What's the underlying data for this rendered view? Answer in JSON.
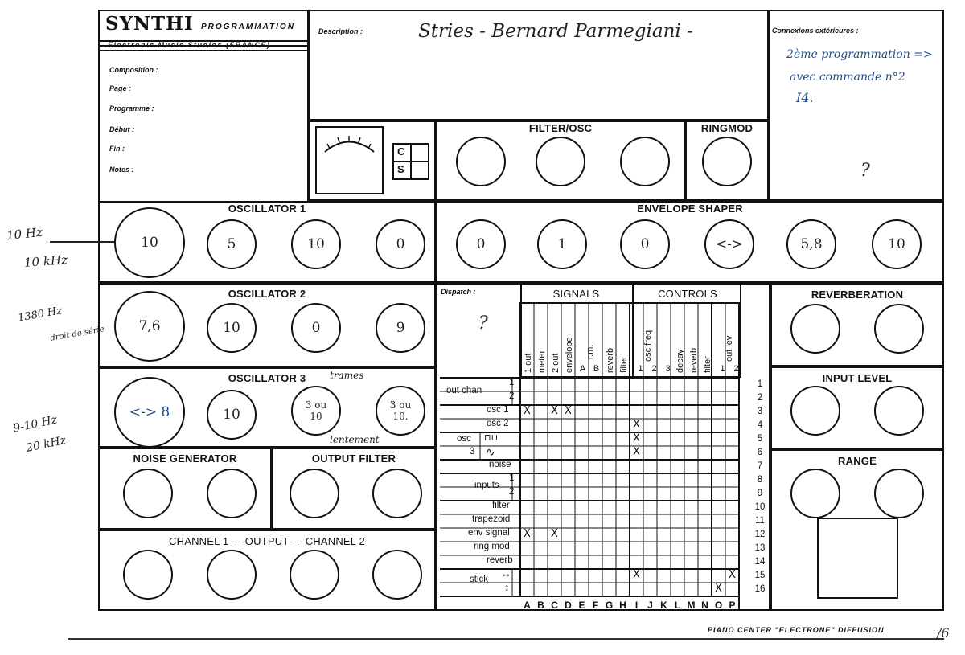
{
  "header": {
    "logo": "SYNTHI",
    "programmation": "PROGRAMMATION",
    "studio": "Electronic Music Studios (FRANCE)",
    "fields": [
      {
        "label": "Composition :",
        "value": ""
      },
      {
        "label": "Page :",
        "value": ""
      },
      {
        "label": "Programme :",
        "value": ""
      },
      {
        "label": "Début :",
        "value": ""
      },
      {
        "label": "Fin :",
        "value": ""
      },
      {
        "label": "Notes :",
        "value": ""
      }
    ],
    "description_label": "Description :",
    "description_value": "Stries - Bernard Parmegiani -",
    "connexions_label": "Connexions extérieures :",
    "connexions_value": [
      "2ème programmation =>",
      "avec commande n°2",
      "I4."
    ]
  },
  "meter": {
    "c": "C",
    "s": "S"
  },
  "filter_osc": {
    "title": "FILTER/OSC",
    "knobs": [
      "",
      "",
      ""
    ]
  },
  "ringmod": {
    "title": "RINGMOD"
  },
  "osc1": {
    "title": "OSCILLATOR 1",
    "knobs": [
      "10",
      "5",
      "10",
      "0"
    ]
  },
  "envelope": {
    "title": "ENVELOPE SHAPER",
    "knobs": [
      "0",
      "1",
      "0",
      "<->",
      "5,8",
      "10"
    ]
  },
  "osc2": {
    "title": "OSCILLATOR 2",
    "knobs": [
      "7,6",
      "10",
      "0",
      "9"
    ]
  },
  "osc3": {
    "title": "OSCILLATOR 3",
    "knobs": [
      "<-> 8",
      "10",
      "3 ou 10",
      "3 ou 10."
    ]
  },
  "noise": {
    "title": "NOISE GENERATOR"
  },
  "output_filter": {
    "title": "OUTPUT FILTER"
  },
  "output": {
    "title": "CHANNEL 1 - - OUTPUT - - CHANNEL 2"
  },
  "reverb": {
    "title": "REVERBERATION"
  },
  "input_level": {
    "title": "INPUT LEVEL"
  },
  "range": {
    "title": "RANGE"
  },
  "margin_notes": [
    "10 Hz",
    "10 kHz",
    "1380 Hz",
    "droit de série",
    "9-10 Hz",
    "20 kHz",
    "?",
    "?",
    "trames",
    "lentement"
  ],
  "footer": {
    "text": "PIANO CENTER \"ELECTRONE\" DIFFUSION",
    "page": "/6"
  },
  "matrix": {
    "dispatch_label": "Dispatch :",
    "signals_title": "SIGNALS",
    "controls_title": "CONTROLS",
    "columns": [
      "1 out",
      "meter",
      "2 out",
      "envelope",
      "A",
      "B",
      "r.m.",
      "reverb",
      "filter",
      "1",
      "2",
      "3",
      "decay",
      "reverb",
      "filter",
      "1",
      "2"
    ],
    "col_group_labels": {
      "rm": "r.m.",
      "osc_freq": "osc freq",
      "out_lev": "out lev"
    },
    "col_letters": [
      "A",
      "B",
      "C",
      "D",
      "E",
      "F",
      "G",
      "H",
      "I",
      "J",
      "K",
      "L",
      "M",
      "N",
      "O",
      "P"
    ],
    "row_numbers": [
      "1",
      "2",
      "3",
      "4",
      "5",
      "6",
      "7",
      "8",
      "9",
      "10",
      "11",
      "12",
      "13",
      "14",
      "15",
      "16"
    ],
    "row_labels": {
      "out_chan": "out chan",
      "oc1": "1",
      "oc2": "2",
      "osc1": "osc 1",
      "osc2": "osc 2",
      "osc": "osc",
      "osc3": "3",
      "sq": "⊓⊔",
      "tri": "∿",
      "noise": "noise",
      "inputs": "inputs",
      "in1": "1",
      "in2": "2",
      "filter": "filter",
      "trapezoid": "trapezoid",
      "env_signal": "env signal",
      "ring_mod": "ring mod",
      "reverb": "reverb",
      "stick": "stick",
      "stick1": "↔",
      "stick2": "↕"
    },
    "pins": [
      {
        "row": 3,
        "col": "A",
        "mark": "X"
      },
      {
        "row": 3,
        "col": "C",
        "mark": "X"
      },
      {
        "row": 3,
        "col": "D",
        "mark": "X"
      },
      {
        "row": 4,
        "col": "I",
        "mark": "X"
      },
      {
        "row": 5,
        "col": "I",
        "mark": "X"
      },
      {
        "row": 6,
        "col": "I",
        "mark": "X"
      },
      {
        "row": 12,
        "col": "A",
        "mark": "X"
      },
      {
        "row": 12,
        "col": "C",
        "mark": "X"
      },
      {
        "row": 15,
        "col": "I",
        "mark": "X"
      },
      {
        "row": 15,
        "col": "P",
        "mark": "X"
      },
      {
        "row": 16,
        "col": "O",
        "mark": "X"
      }
    ]
  }
}
